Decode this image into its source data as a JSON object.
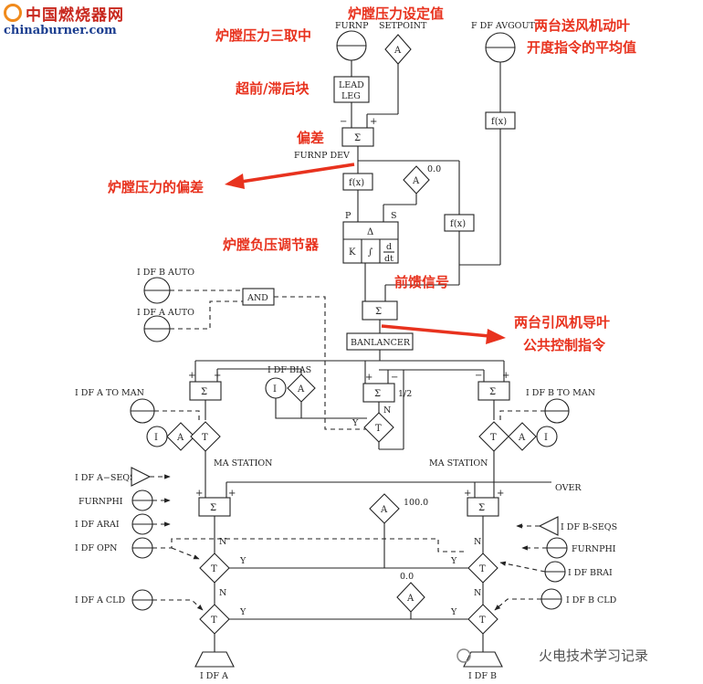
{
  "watermark": {
    "site_cn": "中国燃烧器网",
    "site_en": "chinaburner.com"
  },
  "annotations": {
    "furnace_pressure_sel": "炉膛压力三取中",
    "furnace_pressure_setpoint": "炉膛压力设定值",
    "fd_avg_line1": "两台送风机动叶",
    "fd_avg_line2": "开度指令的平均值",
    "lead_lag": "超前/滞后块",
    "deviation": "偏差",
    "pressure_deviation": "炉膛压力的偏差",
    "pressure_regulator": "炉膛负压调节器",
    "feedforward": "前馈信号",
    "id_cmd_line1": "两台引风机导叶",
    "id_cmd_line2": "公共控制指令"
  },
  "labels": {
    "furnp": "FURNP",
    "setpoint": "SETPOINT",
    "fdf_avgout": "F DF AVGOUT",
    "lead": "LEAD",
    "leg": "LEG",
    "sigma": "Σ",
    "furnp_dev": "FURNP DEV",
    "fx": "f(x)",
    "a": "A",
    "zero": "0.0",
    "p": "P",
    "s": "S",
    "delta": "Δ",
    "k": "K",
    "integral": "∫",
    "d": "d",
    "dt": "dt",
    "idf_b_auto": "I DF B AUTO",
    "idf_a_auto": "I DF A AUTO",
    "and": "AND",
    "balancer": "BANLANCER",
    "idf_bias": "I DF BIAS",
    "i": "I",
    "t": "T",
    "half": "1/2",
    "n": "N",
    "y": "Y",
    "idf_a_to_man": "I DF A TO MAN",
    "idf_b_to_man": "I DF B TO MAN",
    "ma_station": "MA STATION",
    "over": "OVER",
    "idf_a_seqs": "I DF A−SEQS",
    "furnphi": "FURNPHI",
    "idf_arai": "I DF ARAI",
    "idf_opn": "I DF OPN",
    "hundred": "100.0",
    "idf_b_seqs": "I DF B-SEQS",
    "idf_brai": "I DF BRAI",
    "idf_a_cld": "I DF A CLD",
    "idf_b_cld": "I DF B CLD",
    "idf_a": "I DF A",
    "idf_b": "I DF B",
    "plus": "+",
    "minus": "−"
  },
  "footer": {
    "text": "火电技术学习记录"
  }
}
